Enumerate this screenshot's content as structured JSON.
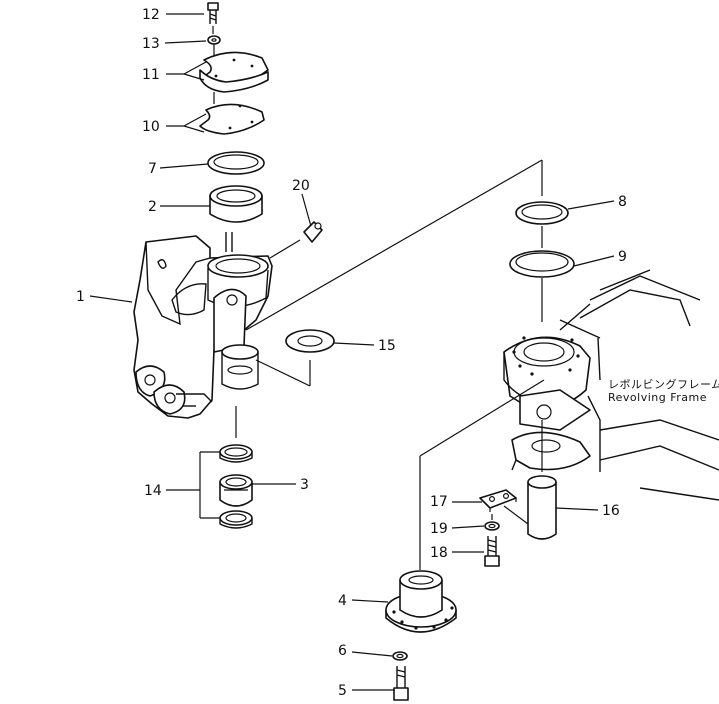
{
  "labels": {
    "l1": "1",
    "l2": "2",
    "l3": "3",
    "l4": "4",
    "l5": "5",
    "l6": "6",
    "l7": "7",
    "l8": "8",
    "l9": "9",
    "l10": "10",
    "l11": "11",
    "l12": "12",
    "l13": "13",
    "l14": "14",
    "l15": "15",
    "l16": "16",
    "l17": "17",
    "l18": "18",
    "l19": "19",
    "l20": "20"
  },
  "frame_caption": {
    "japanese": "レボルビングフレーム",
    "english": "Revolving  Frame"
  }
}
